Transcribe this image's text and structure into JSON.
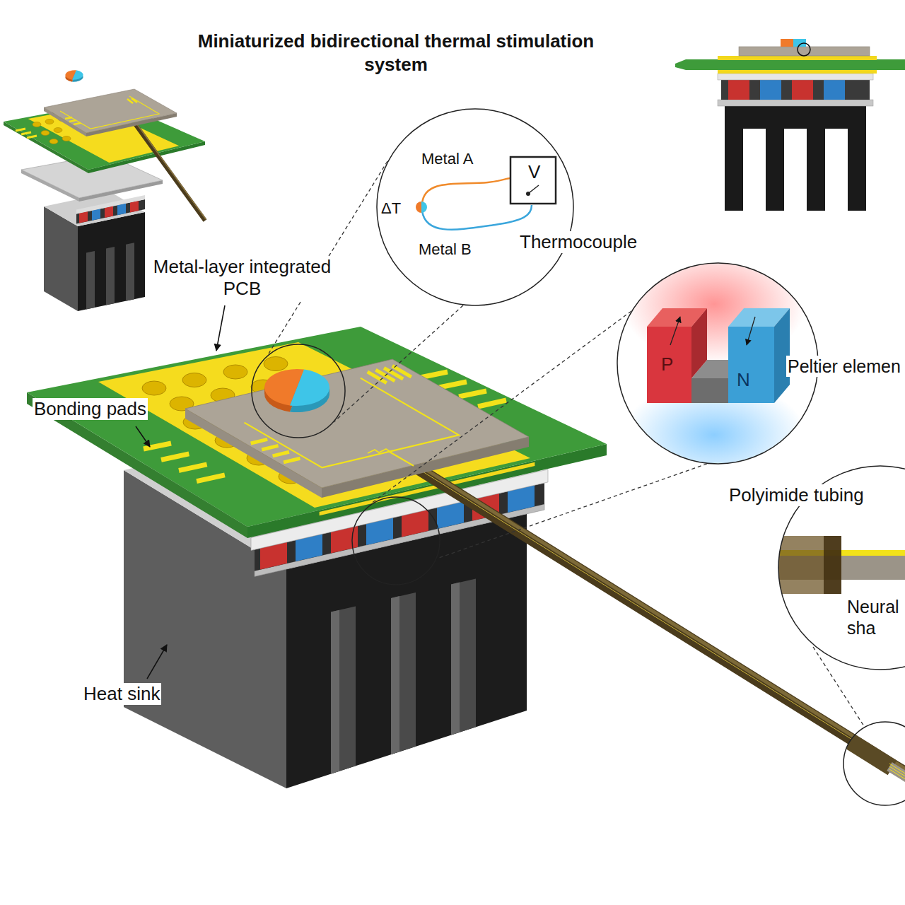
{
  "diagram": {
    "title": "Miniaturized bidirectional thermal stimulation system",
    "nodes": [
      {
        "text": [
          "Metal A",
          "ΔT",
          "V",
          "Metal B",
          "Thermocouple"
        ]
      },
      {
        "text": [
          "P",
          "N",
          "Peltier elemen"
        ]
      },
      {
        "text": [
          "Polyimide tubing",
          "Neural sha"
        ]
      }
    ],
    "labels": [
      "Metal-layer integrated PCB",
      "Bonding pads",
      "Heat sink"
    ]
  }
}
